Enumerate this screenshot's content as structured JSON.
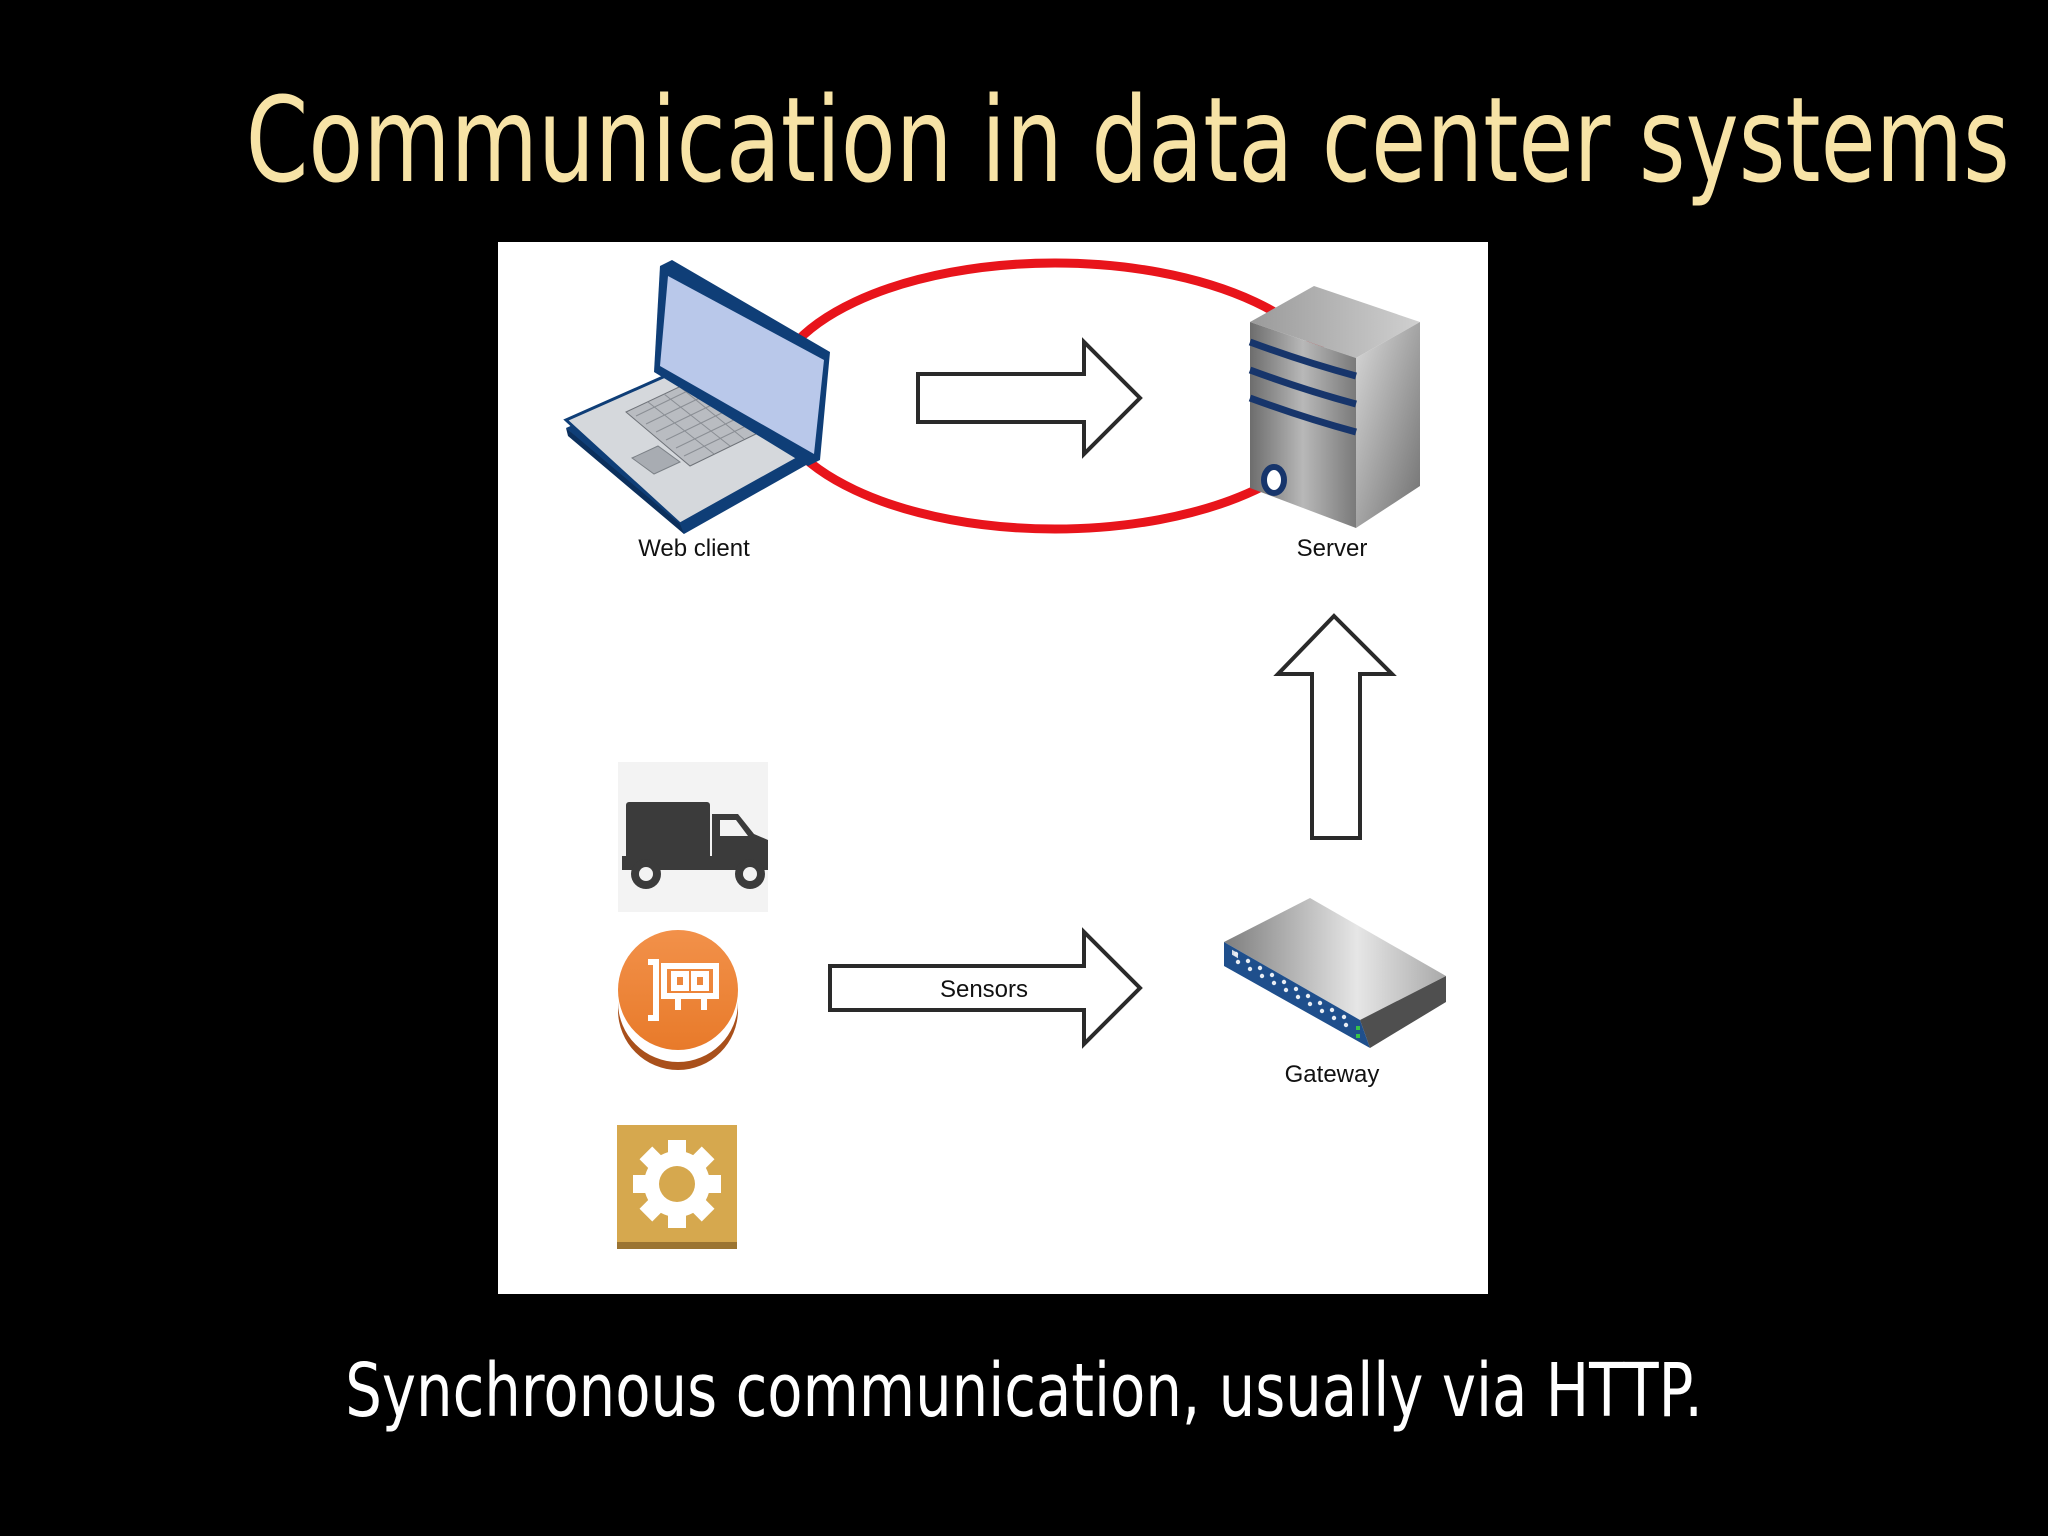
{
  "slide": {
    "title": "Communication in data center systems",
    "subtitle": "Synchronous communication, usually via HTTP."
  },
  "diagram": {
    "nodes": {
      "web_client": {
        "label": "Web client",
        "icon": "laptop-icon"
      },
      "server": {
        "label": "Server",
        "icon": "server-tower-icon"
      },
      "gateway": {
        "label": "Gateway",
        "icon": "network-switch-icon"
      },
      "truck": {
        "icon": "truck-icon"
      },
      "sensor_card": {
        "icon": "sensor-card-icon"
      },
      "gear": {
        "icon": "gear-icon"
      }
    },
    "arrows": {
      "client_to_server": {
        "label": ""
      },
      "sensors_to_gateway": {
        "label": "Sensors"
      },
      "gateway_to_server": {
        "label": ""
      }
    },
    "highlight": {
      "color": "#e8141b",
      "shape": "ellipse"
    }
  },
  "colors": {
    "title": "#f7e3a6",
    "subtitle": "#ffffff",
    "background": "#000000",
    "panel": "#ffffff",
    "sensor_orange": "#ef8737",
    "gear_gold": "#d6a84e"
  }
}
